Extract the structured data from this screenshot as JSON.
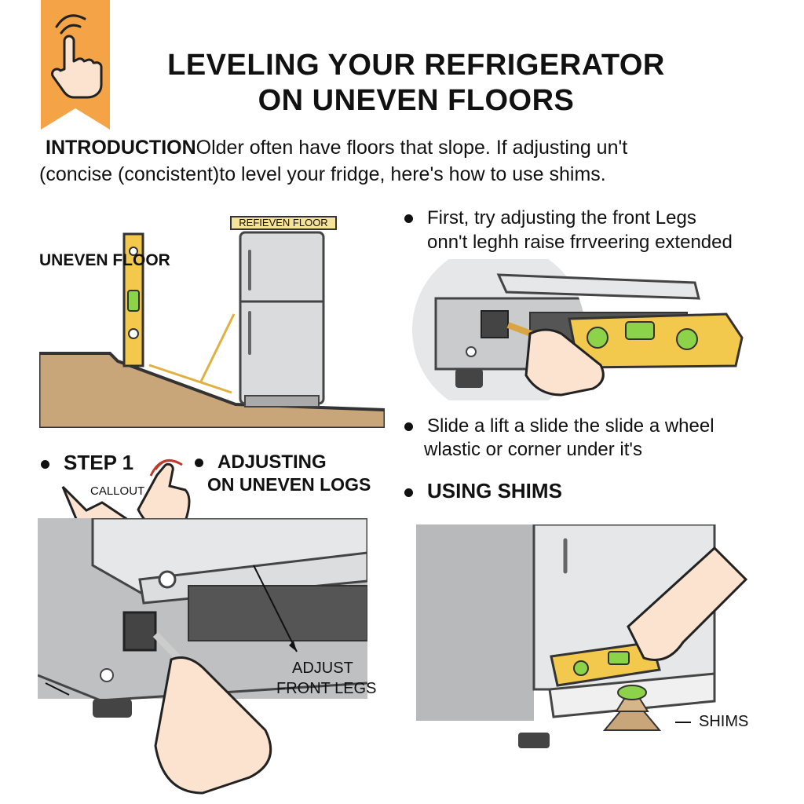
{
  "header": {
    "title_line1": "LEVELING YOUR REFRIGERATOR",
    "title_line2": "ON UNEVEN FLOORS",
    "bookmark_icon": "tap-hand-icon",
    "accent_color": "#F4A447"
  },
  "intro": {
    "label": "INTRODUCTION",
    "line1_text": "Older often have floors that slope. If adjusting un't",
    "label2": "(concise (concistent)",
    "line2_text": "to level your fridge, here's how to use shims."
  },
  "panel1": {
    "uneven_floor_label": "UNEVEN FLOOR",
    "sign_label": "REFIEVEN FLOOR"
  },
  "panel2": {
    "bullet_line1": "First, try adjusting the front Legs",
    "bullet_line2": "onn't leghh raise frrveering extended"
  },
  "panel3": {
    "bullet_line1": "Slide a lift a slide the slide a wheel",
    "bullet_line2": "wlastic or corner under it's",
    "heading": "USING SHIMS"
  },
  "panel4": {
    "step_label": "STEP 1",
    "callout_label": "CALLOUT",
    "adjusting_line1": "ADJUSTING",
    "adjusting_line2": "ON UNEVEN LOGS",
    "adjust_label_line1": "ADJUST",
    "adjust_label_line2": "FRONT LEGS"
  },
  "panel5": {
    "shims_label": "SHIMS"
  },
  "colors": {
    "level_yellow": "#F2C94C",
    "bubble_green": "#8CD34A",
    "floor_brown": "#C9A57A",
    "fridge_gray": "#D9DBDD",
    "skin": "#FBE3CF"
  }
}
